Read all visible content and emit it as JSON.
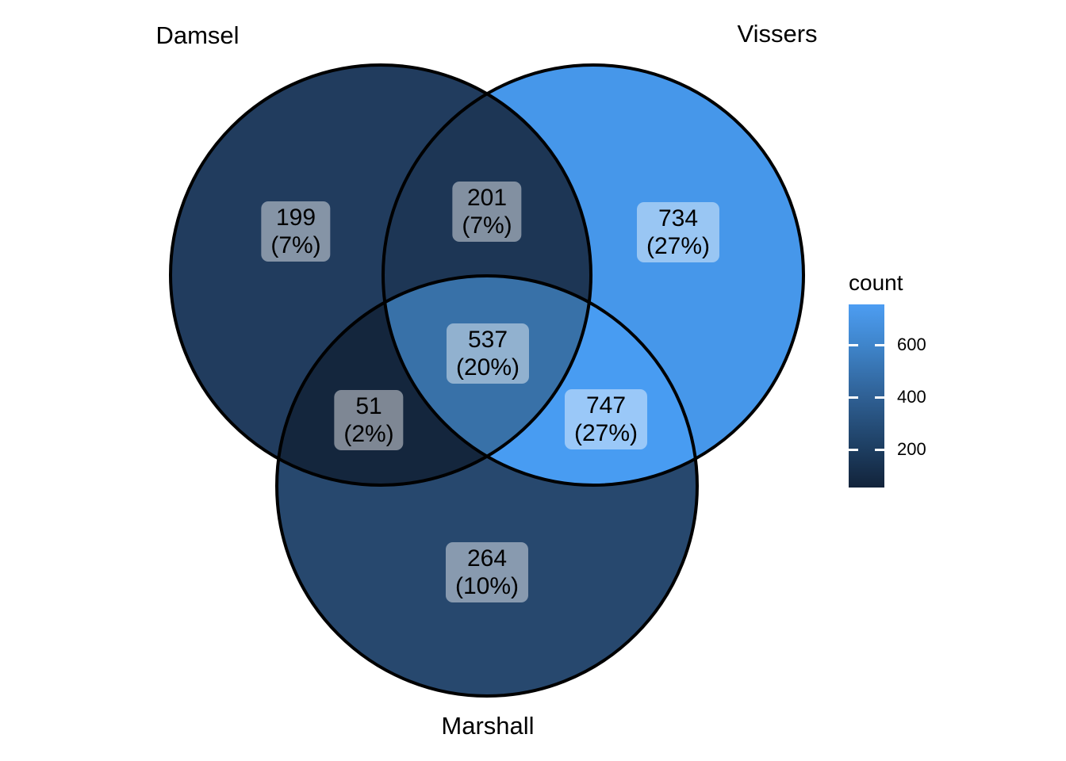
{
  "chart_data": {
    "type": "venn",
    "sets": [
      "Damsel",
      "Vissers",
      "Marshall"
    ],
    "regions": [
      {
        "sets": [
          "Damsel"
        ],
        "count": 199,
        "percent_label": "(7%)",
        "color": "#213C5E"
      },
      {
        "sets": [
          "Vissers"
        ],
        "count": 734,
        "percent_label": "(27%)",
        "color": "#4697EA"
      },
      {
        "sets": [
          "Marshall"
        ],
        "count": 264,
        "percent_label": "(10%)",
        "color": "#27486E"
      },
      {
        "sets": [
          "Damsel",
          "Vissers"
        ],
        "count": 201,
        "percent_label": "(7%)",
        "color": "#1D3655"
      },
      {
        "sets": [
          "Damsel",
          "Marshall"
        ],
        "count": 51,
        "percent_label": "(2%)",
        "color": "#14263D"
      },
      {
        "sets": [
          "Vissers",
          "Marshall"
        ],
        "count": 747,
        "percent_label": "(27%)",
        "color": "#489CF2"
      },
      {
        "sets": [
          "Damsel",
          "Vissers",
          "Marshall"
        ],
        "count": 537,
        "percent_label": "(20%)",
        "color": "#3871A8"
      }
    ],
    "legend": {
      "title": "count",
      "ticks": [
        "600",
        "400",
        "200"
      ],
      "gradient_low": "#12233A",
      "gradient_high": "#4D9DF2",
      "outline_color": "#000000"
    }
  }
}
